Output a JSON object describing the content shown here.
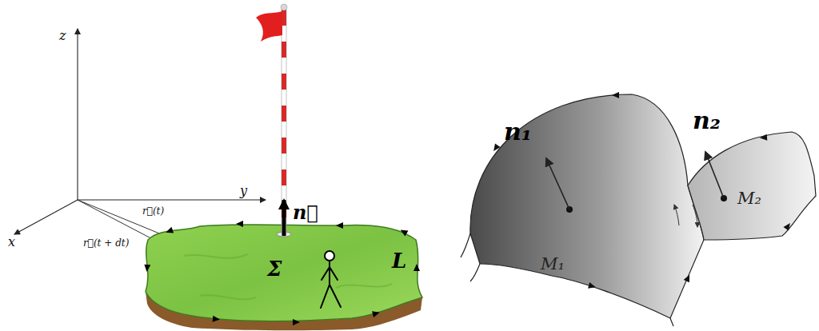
{
  "diagram": {
    "labels": [
      "z",
      "y",
      "x",
      "r⃗(t)",
      "r⃗(t + dt)",
      "n⃗",
      "Σ",
      "L",
      "n₁",
      "n₂",
      "M₁",
      "M₂"
    ]
  }
}
